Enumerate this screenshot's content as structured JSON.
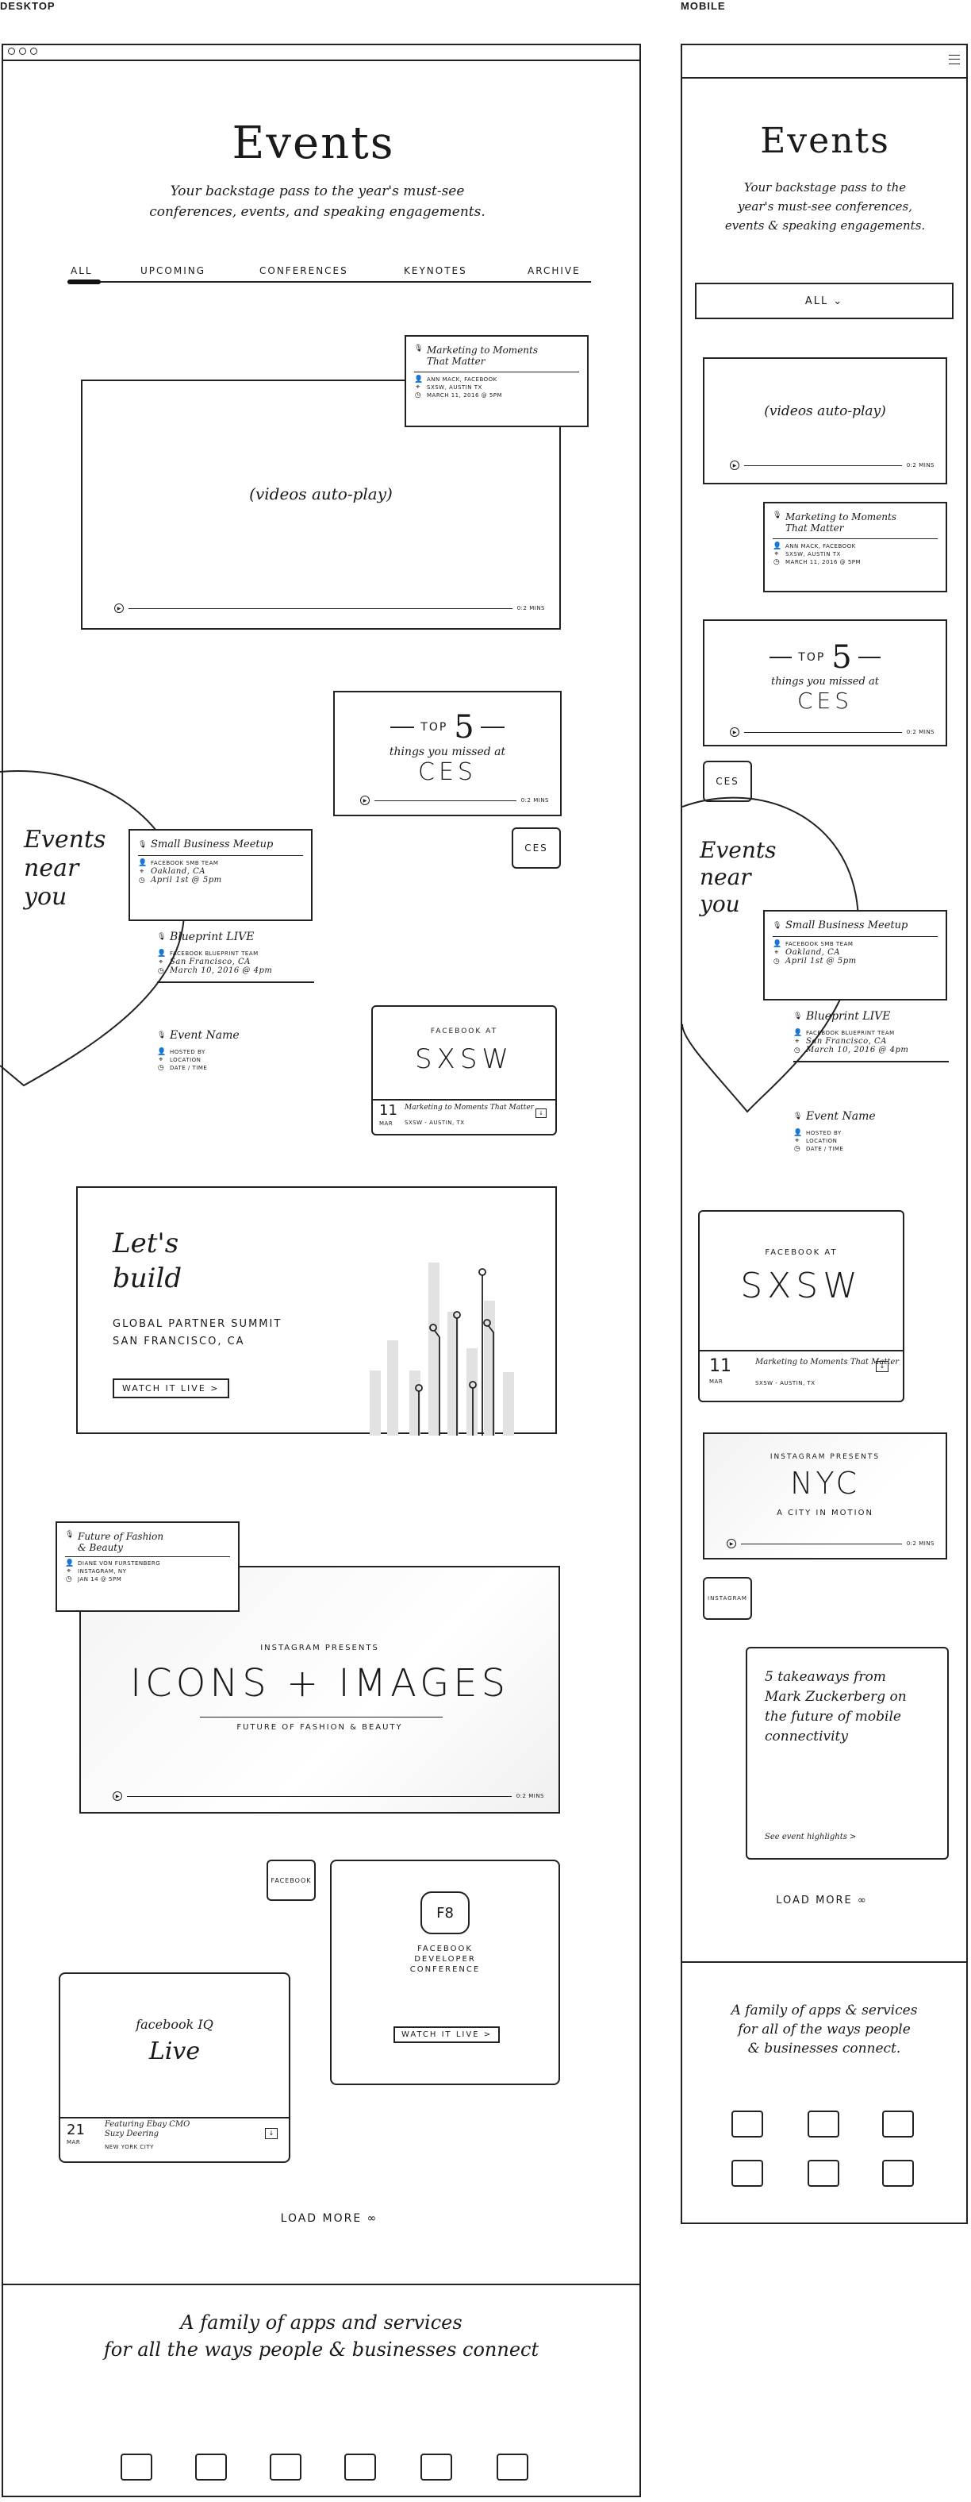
{
  "labels": {
    "desktop": "DESKTOP",
    "mobile": "MOBILE"
  },
  "hero": {
    "title": "Events",
    "subtitle_desktop_1": "Your backstage pass to the year's must-see",
    "subtitle_desktop_2": "conferences, events, and speaking engagements.",
    "subtitle_mobile_1": "Your backstage pass to the",
    "subtitle_mobile_2": "year's must-see conferences,",
    "subtitle_mobile_3": "events & speaking engagements."
  },
  "tabs": [
    "ALL",
    "UPCOMING",
    "CONFERENCES",
    "KEYNOTES",
    "ARCHIVE"
  ],
  "mobile_filter": "ALL",
  "video": {
    "placeholder": "(videos auto-play)",
    "duration": "0:2 mins"
  },
  "event_moments": {
    "title_1": "Marketing to Moments",
    "title_2": "That Matter",
    "host": "ANN MACK, FACEBOOK",
    "location": "SXSW, AUSTIN TX",
    "date": "MARCH 11, 2016 @ 5PM"
  },
  "top5": {
    "prefix": "TOP",
    "number": "5",
    "line": "things you missed at",
    "event": "CES"
  },
  "ces_tag": "CES",
  "near_you": {
    "heading_1": "Events",
    "heading_2": "near",
    "heading_3": "you",
    "items": [
      {
        "title": "Small Business Meetup",
        "host": "FACEBOOK SMB TEAM",
        "location": "Oakland, CA",
        "date": "April 1st @ 5pm"
      },
      {
        "title": "Blueprint LIVE",
        "host": "FACEBOOK BLUEPRINT TEAM",
        "location": "San Francisco, CA",
        "date": "March 10, 2016 @ 4pm"
      },
      {
        "title": "Event Name",
        "host": "HOSTED BY",
        "location": "LOCATION",
        "date": "DATE / TIME"
      }
    ]
  },
  "sxsw": {
    "presenter": "FACEBOOK AT",
    "name": "SXSW",
    "day": "11",
    "month": "MAR",
    "title_1": "Marketing to Moments That Matter",
    "title_2": "That Matter",
    "where": "SXSW - AUSTIN, TX"
  },
  "lets_build": {
    "heading_1": "Let's",
    "heading_2": "build",
    "line_1": "GLOBAL PARTNER SUMMIT",
    "line_2": "SAN FRANCISCO, CA",
    "cta": "WATCH IT LIVE >"
  },
  "fashion": {
    "title_1": "Future of Fashion",
    "title_2": "& Beauty",
    "host": "DIANE VON FURSTENBERG",
    "location": "INSTAGRAM, NY",
    "date": "JAN 14 @ 5PM"
  },
  "icons_images": {
    "presenter": "INSTAGRAM PRESENTS",
    "title": "ICONS + IMAGES",
    "subtitle": "FUTURE OF FASHION & BEAUTY",
    "duration": "0:2 mins"
  },
  "facebook_tag": "FACEBOOK",
  "f8": {
    "logo": "F8",
    "line_1": "FACEBOOK",
    "line_2": "DEVELOPER",
    "line_3": "CONFERENCE",
    "cta": "WATCH IT LIVE >"
  },
  "fbiq": {
    "brand": "facebook IQ",
    "live": "Live",
    "day": "21",
    "month": "MAR",
    "title_1": "Featuring Ebay CMO",
    "title_2": "Suzy Deering",
    "where": "NEW YORK CITY"
  },
  "nyc": {
    "presenter": "INSTAGRAM PRESENTS",
    "title": "NYC",
    "subtitle": "A CITY IN MOTION",
    "duration": "0:2 mins"
  },
  "instagram_tag": "INSTAGRAM",
  "takeaways": {
    "line_1": "5 takeaways from",
    "line_2": "Mark Zuckerberg on",
    "line_3": "the future of mobile",
    "line_4": "connectivity",
    "link": "See event highlights >"
  },
  "load_more": "LOAD MORE ∞",
  "footer": {
    "desktop_1": "A family of apps and services",
    "desktop_2": "for all the ways people & businesses connect",
    "mobile_1": "A family of apps & services",
    "mobile_2": "for all of the ways people",
    "mobile_3": "& businesses connect."
  },
  "colors": {
    "ink": "#1a1a1a",
    "bar": "#e2e2e2",
    "paper": "#ffffff"
  }
}
